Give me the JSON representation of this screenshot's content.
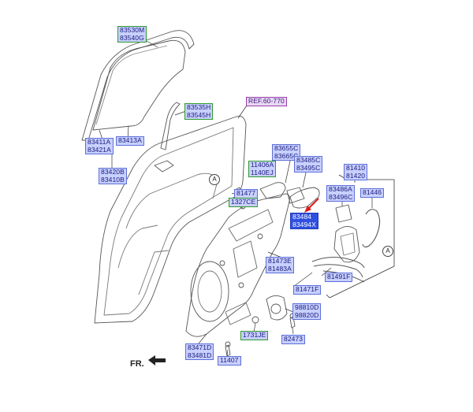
{
  "diagram": {
    "callouts": [
      {
        "id": "c1",
        "lines": [
          "83530M",
          "83540G"
        ],
        "style": "green"
      },
      {
        "id": "c2",
        "lines": [
          "83535H",
          "83545H"
        ],
        "style": "green"
      },
      {
        "id": "c3",
        "lines": [
          "REF.60-770"
        ],
        "style": "purple"
      },
      {
        "id": "c4",
        "lines": [
          "83411A",
          "83421A"
        ],
        "style": "blue"
      },
      {
        "id": "c5",
        "lines": [
          "83413A"
        ],
        "style": "blue"
      },
      {
        "id": "c6",
        "lines": [
          "83420B",
          "83410B"
        ],
        "style": "blue"
      },
      {
        "id": "c7",
        "lines": [
          "11406A",
          "1140EJ"
        ],
        "style": "green"
      },
      {
        "id": "c8",
        "lines": [
          "83655C",
          "83665C"
        ],
        "style": "blue"
      },
      {
        "id": "c9",
        "lines": [
          "83485C",
          "83495C"
        ],
        "style": "blue"
      },
      {
        "id": "c10",
        "lines": [
          "81410",
          "81420"
        ],
        "style": "blue"
      },
      {
        "id": "c11",
        "lines": [
          "81477"
        ],
        "style": "blue"
      },
      {
        "id": "c12",
        "lines": [
          "1327CE"
        ],
        "style": "green"
      },
      {
        "id": "c13",
        "lines": [
          "83486A",
          "83496C"
        ],
        "style": "blue"
      },
      {
        "id": "c14",
        "lines": [
          "81446"
        ],
        "style": "blue"
      },
      {
        "id": "c15",
        "lines": [
          "83484",
          "83494X"
        ],
        "style": "hl"
      },
      {
        "id": "c16",
        "lines": [
          "81473E",
          "81483A"
        ],
        "style": "blue"
      },
      {
        "id": "c17",
        "lines": [
          "81491F"
        ],
        "style": "blue"
      },
      {
        "id": "c18",
        "lines": [
          "81471F"
        ],
        "style": "blue"
      },
      {
        "id": "c19",
        "lines": [
          "98810D",
          "98820D"
        ],
        "style": "blue"
      },
      {
        "id": "c20",
        "lines": [
          "1731JE"
        ],
        "style": "green"
      },
      {
        "id": "c21",
        "lines": [
          "82473"
        ],
        "style": "blue"
      },
      {
        "id": "c22",
        "lines": [
          "83471D",
          "83481D"
        ],
        "style": "blue"
      },
      {
        "id": "c23",
        "lines": [
          "11407"
        ],
        "style": "blue"
      }
    ],
    "ref_marker": "A",
    "front_label": "FR.",
    "colors": {
      "label_fill": "#c8d0ff",
      "label_border": "#5c6fd8",
      "green_border": "#2e9a2e",
      "highlight": "#2f4fe0",
      "red_arrow": "#e01818",
      "line": "#333333"
    }
  }
}
